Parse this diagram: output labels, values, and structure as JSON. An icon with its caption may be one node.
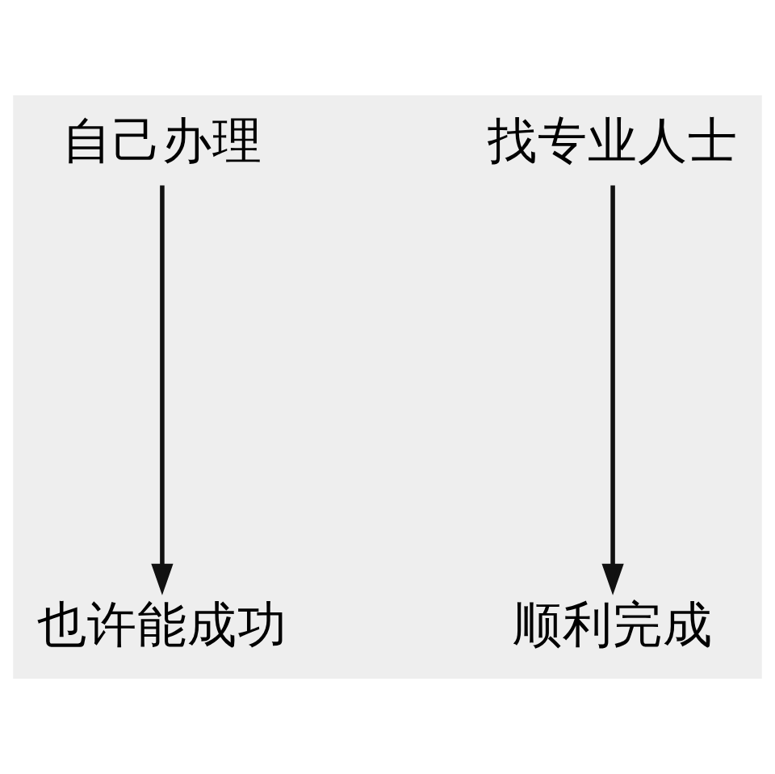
{
  "diagram": {
    "nodes": [
      {
        "text": [
          "自己办理"
        ]
      },
      {
        "text": [
          "找专业人士"
        ]
      },
      {
        "text": [
          "也许能成功"
        ]
      },
      {
        "text": [
          "顺利完成"
        ]
      }
    ],
    "edges": [
      {
        "from": 0,
        "to": 2,
        "arrow": "to"
      },
      {
        "from": 1,
        "to": 3,
        "arrow": "to"
      }
    ]
  }
}
